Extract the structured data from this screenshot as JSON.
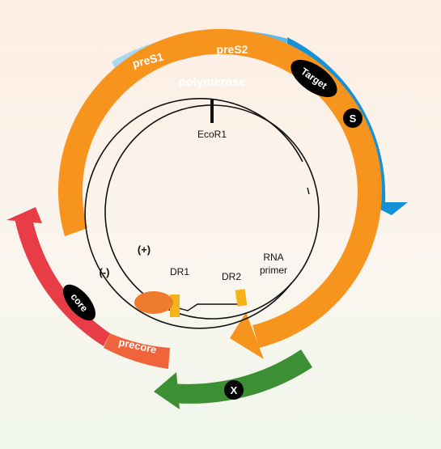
{
  "colors": {
    "polymerase": "#f7941d",
    "preS1": "#a8d8f5",
    "preS2": "#5fb8ea",
    "S_gene": "#1591d8",
    "core": "#e83c46",
    "precore": "#f0643c",
    "X_gene": "#3d8f33",
    "DR_box": "#f5b31a",
    "cap": "#ef7c2e"
  },
  "genes": {
    "polymerase": "polymerase",
    "preS1": "preS1",
    "preS2": "preS2",
    "target": "Target",
    "s": "S",
    "core": "core",
    "precore": "precore",
    "x": "X"
  },
  "genome": {
    "ecor1": "EcoR1",
    "plus_strand": "(+)",
    "minus_strand": "(-)",
    "dr1": "DR1",
    "dr2": "DR2",
    "rna_primer_line1": "RNA",
    "rna_primer_line2": "primer"
  }
}
